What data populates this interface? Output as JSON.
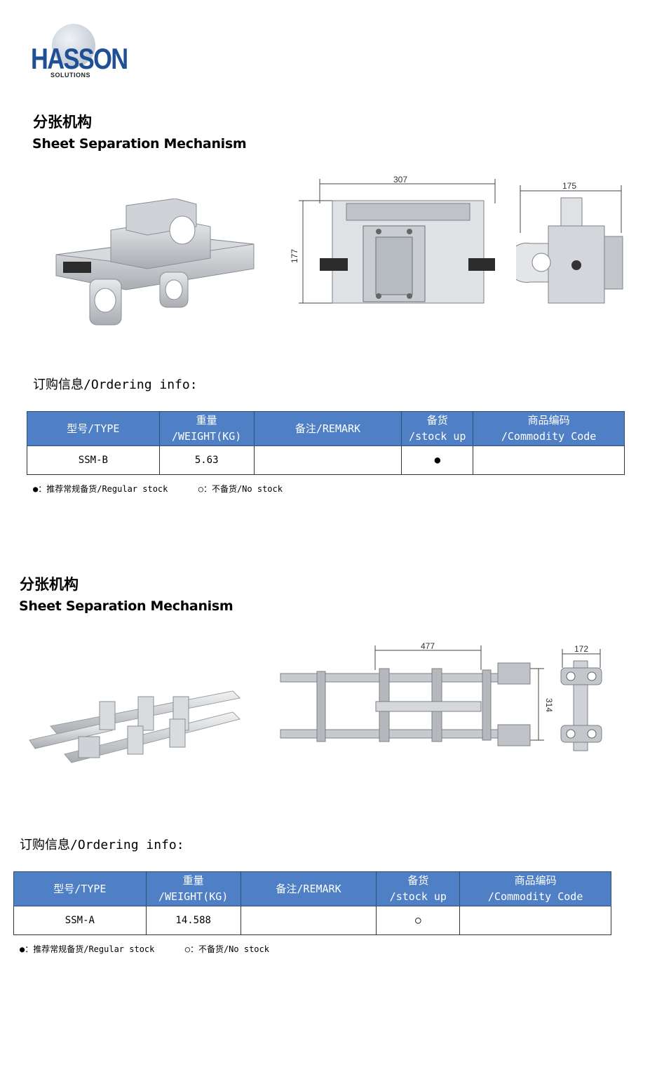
{
  "logo": {
    "name": "HASSON",
    "sub": "SOLUTIONS"
  },
  "products": [
    {
      "title_cn": "分张机构",
      "title_en": "Sheet Separation Mechanism",
      "dims": {
        "width": "307",
        "height": "177",
        "side": "175"
      },
      "order_label": "订购信息/Ordering info:",
      "headers": {
        "type": "型号/TYPE",
        "weight_1": "重量",
        "weight_2": "/WEIGHT(KG)",
        "remark": "备注/REMARK",
        "stock_1": "备货",
        "stock_2": "/stock up",
        "code_1": "商品编码",
        "code_2": "/Commodity Code"
      },
      "row": {
        "type": "SSM-B",
        "weight": "5.63",
        "remark": "",
        "stock": "●",
        "code": ""
      },
      "legend": "●：推荐常规备货/Regular stock      ○：不备货/No stock"
    },
    {
      "title_cn": "分张机构",
      "title_en": "Sheet Separation Mechanism",
      "dims": {
        "width": "477",
        "height": "314",
        "side": "172"
      },
      "order_label": "订购信息/Ordering info:",
      "headers": {
        "type": "型号/TYPE",
        "weight_1": "重量",
        "weight_2": "/WEIGHT(KG)",
        "remark": "备注/REMARK",
        "stock_1": "备货",
        "stock_2": "/stock up",
        "code_1": "商品编码",
        "code_2": "/Commodity Code"
      },
      "row": {
        "type": "SSM-A",
        "weight": "14.588",
        "remark": "",
        "stock": "○",
        "code": ""
      },
      "legend": "●：推荐常规备货/Regular stock      ○：不备货/No stock"
    }
  ]
}
